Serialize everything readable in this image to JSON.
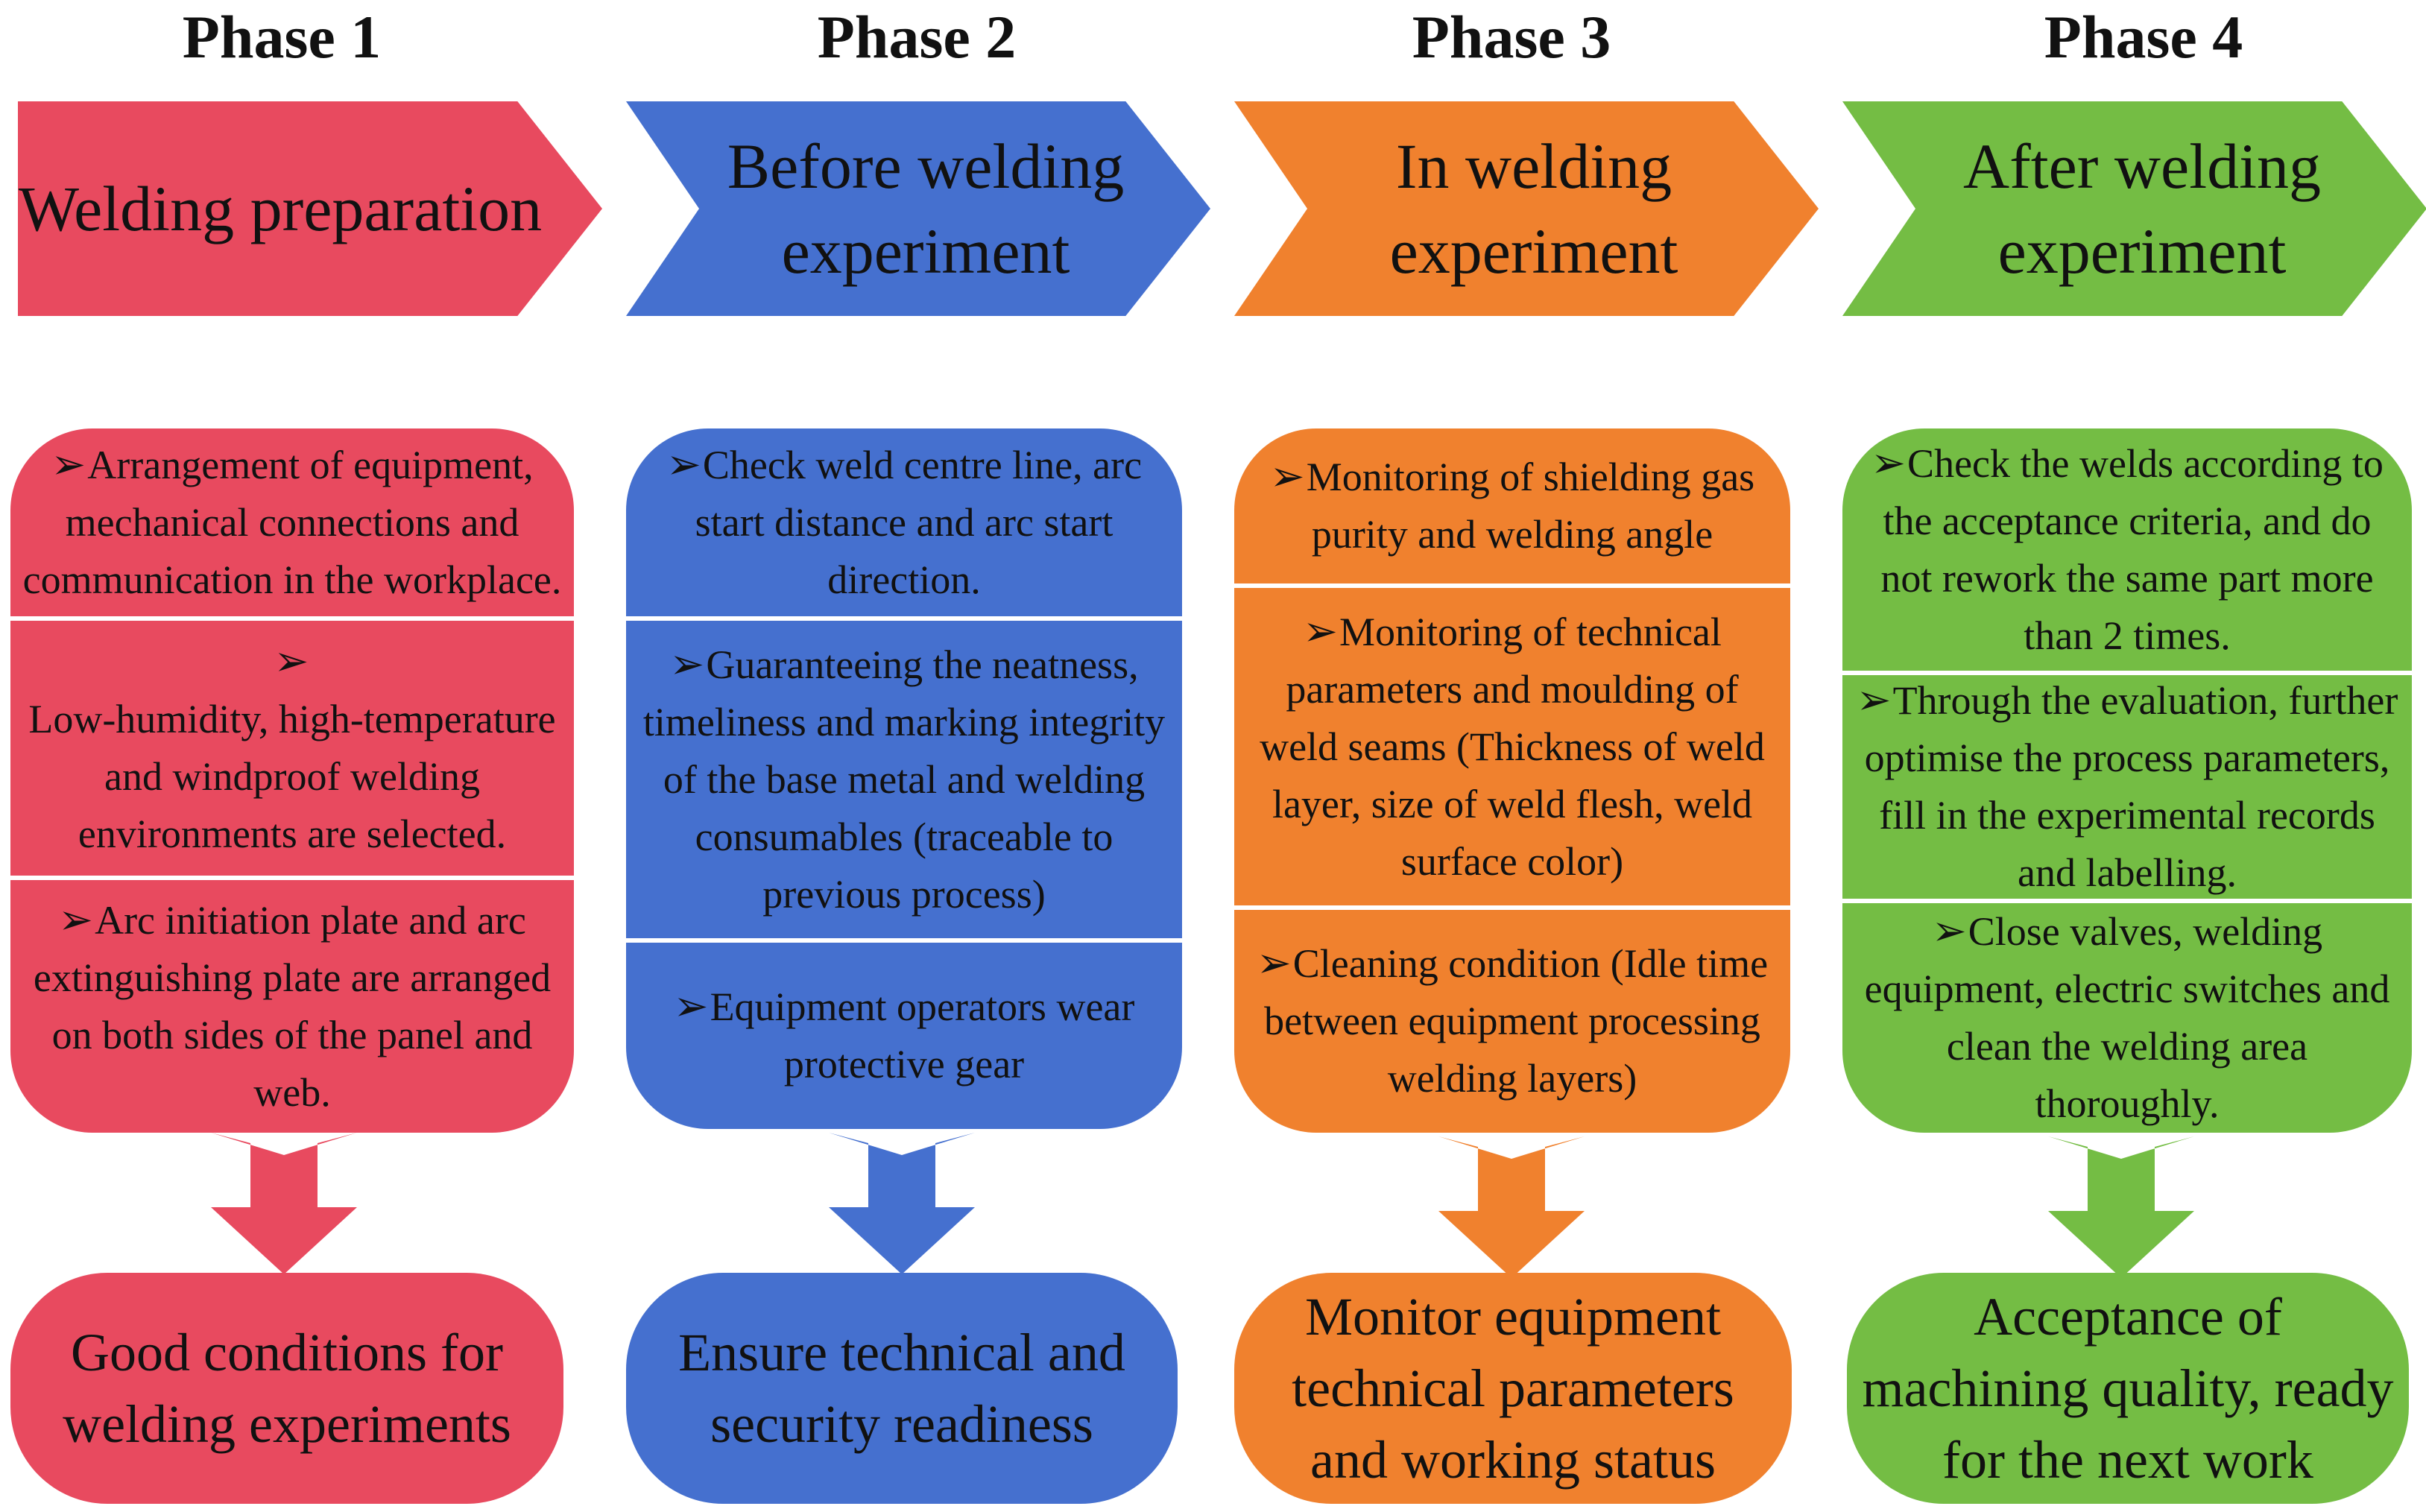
{
  "colors": {
    "phase1": "#e84a5f",
    "phase2": "#4570cf",
    "phase3": "#f0812e",
    "phase4": "#74bd44"
  },
  "phases": [
    {
      "title": "Phase 1",
      "name": "Welding preparation",
      "steps": [
        "Arrangement of equipment, mechanical connections and communication in the workplace.",
        "Low-humidity, high-temperature and windproof welding environments are selected.",
        "Arc initiation plate and arc extinguishing plate are arranged on both sides of the panel and web."
      ],
      "outcome": "Good conditions for welding experiments"
    },
    {
      "title": "Phase 2",
      "name": "Before welding\nexperiment",
      "steps": [
        "Check weld centre line, arc start distance and arc start direction.",
        "Guaranteeing the neatness, timeliness and marking integrity of the base metal and welding consumables (traceable to previous process)",
        "Equipment operators wear protective gear"
      ],
      "outcome": "Ensure technical and security readiness"
    },
    {
      "title": "Phase 3",
      "name": "In welding\nexperiment",
      "steps": [
        "Monitoring of shielding gas purity and welding angle",
        "Monitoring of technical parameters and moulding of weld seams (Thickness of weld layer, size of weld flesh, weld surface color)",
        "Cleaning condition (Idle time between equipment processing welding layers)"
      ],
      "outcome": "Monitor equipment technical parameters and working status"
    },
    {
      "title": "Phase 4",
      "name": "After welding\nexperiment",
      "steps": [
        "Check the welds according to the acceptance criteria, and do not rework the same part more than 2 times.",
        "Through the evaluation, further optimise the process parameters, fill in the experimental records and labelling.",
        "Close valves, welding equipment, electric switches and clean the welding area thoroughly."
      ],
      "outcome": "Acceptance of machining quality, ready for the next work"
    }
  ],
  "icons": {
    "bullet": "arrow-bullet-icon",
    "down": "down-arrow-icon"
  }
}
